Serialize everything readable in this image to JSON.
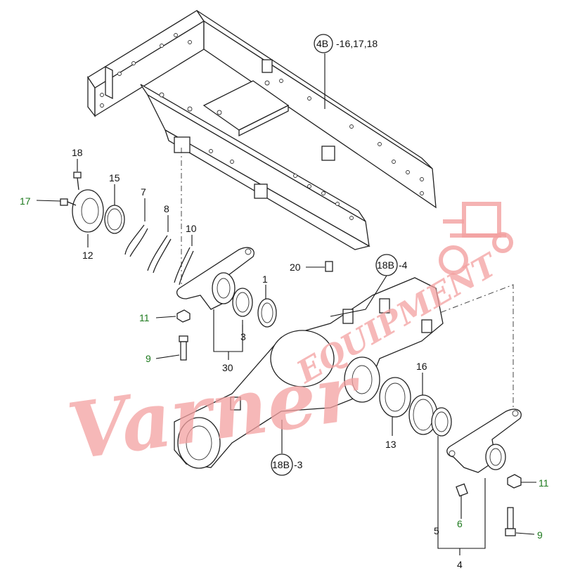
{
  "labels": {
    "callout_4b": "4B",
    "callout_4b_suffix": "-16,17,18",
    "callout_18b_top": "18B",
    "callout_18b_top_suffix": "-4",
    "callout_18b_bottom": "18B",
    "callout_18b_bottom_suffix": "-3",
    "n1": "1",
    "n3": "3",
    "n4": "4",
    "n5": "5",
    "n6": "6",
    "n7": "7",
    "n8": "8",
    "n9_left": "9",
    "n9_right": "9",
    "n10": "10",
    "n11_left": "11",
    "n11_right": "11",
    "n12": "12",
    "n13": "13",
    "n15": "15",
    "n16": "16",
    "n17": "17",
    "n18": "18",
    "n20": "20",
    "n30": "30"
  },
  "watermark": {
    "text_main": "Varner",
    "text_arc": "EQUIPMENT",
    "icon": "tractor-icon",
    "color": "#f3a0a0"
  },
  "colors": {
    "line": "#222222",
    "green_label": "#1e7a1e"
  }
}
